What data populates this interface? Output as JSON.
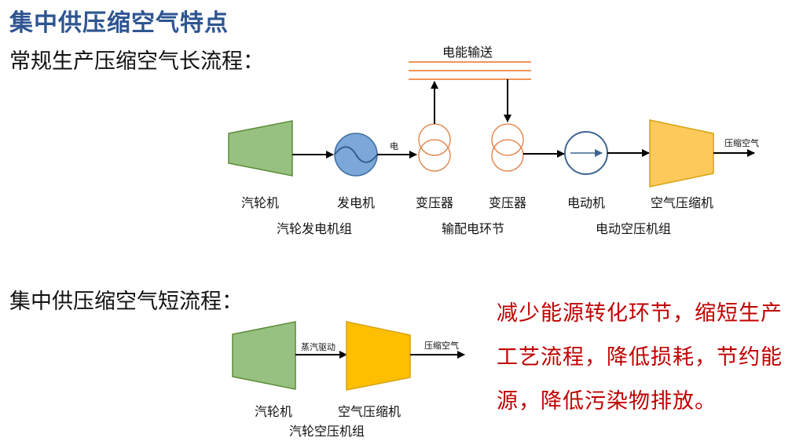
{
  "title": "集中供压缩空气特点",
  "long_flow": {
    "heading": "常规生产压缩空气长流程：",
    "power_transmission_label": "电能输送",
    "electric_label": "电",
    "output_label": "压缩空气",
    "components": {
      "turbine": "汽轮机",
      "generator": "发电机",
      "transformer_1": "变压器",
      "transformer_2": "变压器",
      "motor": "电动机",
      "compressor": "空气压缩机"
    },
    "groups": {
      "turbine_generator_set": "汽轮发电机组",
      "distribution_stage": "输配电环节",
      "electric_compressor_set": "电动空压机组"
    }
  },
  "short_flow": {
    "heading": "集中供压缩空气短流程：",
    "drive_label": "蒸汽驱动",
    "output_label": "压缩空气",
    "components": {
      "turbine": "汽轮机",
      "compressor": "空气压缩机"
    },
    "group": "汽轮空压机组"
  },
  "summary": "减少能源转化环节，缩短生产工艺流程，降低损耗，节约能源，降低污染物排放。",
  "colors": {
    "title": "#2e5591",
    "turbine_fill": "#97c180",
    "turbine_stroke": "#5b8b3a",
    "generator_fill": "#7ba7d9",
    "generator_stroke": "#3f6f9f",
    "transformer": "#e07b3e",
    "motor_stroke": "#3e6690",
    "compressor_long_fill": "#fcc95a",
    "compressor_short_fill": "#fdbf00",
    "compressor_stroke": "#d9a20e",
    "power_lines": "#f0955a",
    "summary": "#c00000"
  }
}
